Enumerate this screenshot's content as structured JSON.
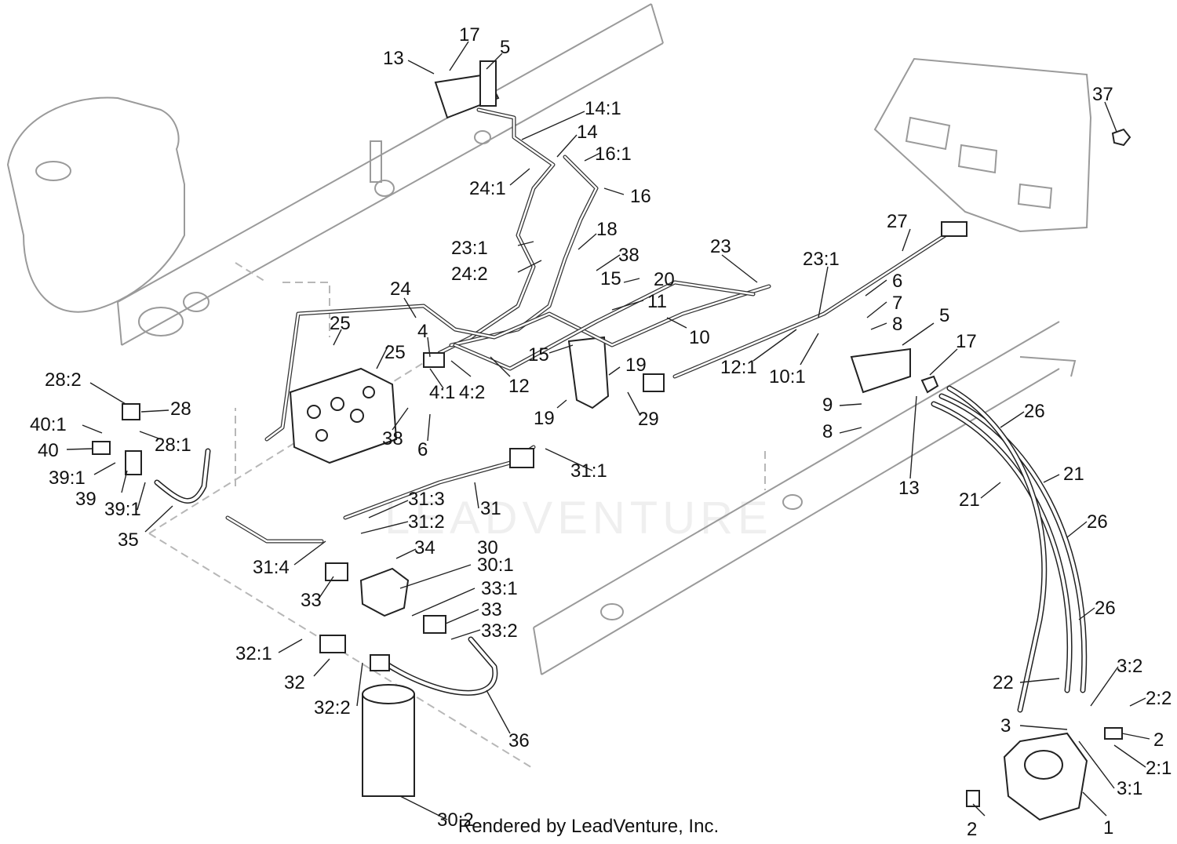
{
  "credit": "Rendered by LeadVenture, Inc.",
  "watermark": "LEADVENTURE",
  "callouts": [
    "13",
    "17",
    "5",
    "14:1",
    "14",
    "16:1",
    "24:1",
    "16",
    "18",
    "23:1",
    "24:2",
    "38",
    "15",
    "20",
    "11",
    "23",
    "27",
    "37",
    "23:1",
    "6",
    "7",
    "8",
    "24",
    "25",
    "4",
    "15",
    "10",
    "12:1",
    "10:1",
    "5",
    "17",
    "25",
    "28:2",
    "4:1",
    "4:2",
    "12",
    "19",
    "29",
    "19",
    "28",
    "40:1",
    "40",
    "28:1",
    "38",
    "6",
    "9",
    "8",
    "26",
    "39:1",
    "39",
    "39:1",
    "35",
    "31:1",
    "31",
    "31:3",
    "31:2",
    "13",
    "21",
    "21",
    "26",
    "31:4",
    "34",
    "30",
    "30:1",
    "33",
    "33:1",
    "33",
    "33:2",
    "26",
    "32:1",
    "32",
    "32:2",
    "22",
    "36",
    "3:2",
    "2:2",
    "3",
    "2",
    "2:1",
    "3:1",
    "30:2",
    "2",
    "1"
  ]
}
